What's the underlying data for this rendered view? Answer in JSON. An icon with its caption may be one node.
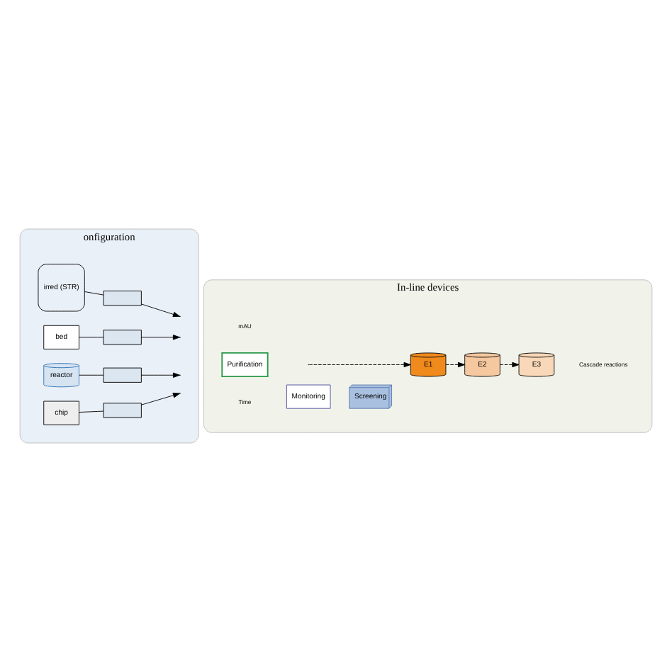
{
  "diagram": {
    "nodes": [
      {
        "text": [
          "onfiguration"
        ]
      },
      {
        "text": [
          "irred (STR)"
        ],
        "in": 0
      },
      {
        "text": [],
        "shape": "box",
        "in": 0
      },
      {
        "text": [
          "bed"
        ],
        "in": 0
      },
      {
        "text": [],
        "shape": "box",
        "in": 0
      },
      {
        "text": [
          "reactor"
        ],
        "in": 0
      },
      {
        "text": [],
        "shape": "box",
        "in": 0
      },
      {
        "text": [
          "chip"
        ],
        "in": 0
      },
      {
        "text": [],
        "shape": "box",
        "in": 0
      },
      {
        "text": [
          "In-line devices"
        ]
      },
      {
        "text": [
          "Monitoring"
        ],
        "in": 9
      },
      {
        "text": [
          "Screening"
        ],
        "in": 9
      },
      {
        "text": [
          "Purification"
        ],
        "in": 9
      },
      {
        "text": [
          "E1"
        ],
        "in": 9
      },
      {
        "text": [
          "E2"
        ],
        "in": 9
      },
      {
        "text": [
          "E3"
        ],
        "in": 9
      }
    ],
    "edges": [
      {
        "from": 1,
        "to": 2,
        "arrow": "none"
      },
      {
        "from": 2,
        "to": null,
        "arrow": "to"
      },
      {
        "from": 3,
        "to": 4,
        "arrow": "none"
      },
      {
        "from": 4,
        "to": null,
        "arrow": "to"
      },
      {
        "from": 5,
        "to": 6,
        "arrow": "none"
      },
      {
        "from": 6,
        "to": null,
        "arrow": "to"
      },
      {
        "from": 7,
        "to": 8,
        "arrow": "none"
      },
      {
        "from": 8,
        "to": null,
        "arrow": "to"
      },
      {
        "from": null,
        "to": 13,
        "arrow": "to",
        "style": "dashed"
      },
      {
        "from": 13,
        "to": 14,
        "arrow": "to",
        "style": "dashed"
      },
      {
        "from": 14,
        "to": 15,
        "arrow": "to",
        "style": "dashed"
      }
    ],
    "labels": [
      "mAU",
      "Time",
      "Cascade reactions"
    ]
  }
}
